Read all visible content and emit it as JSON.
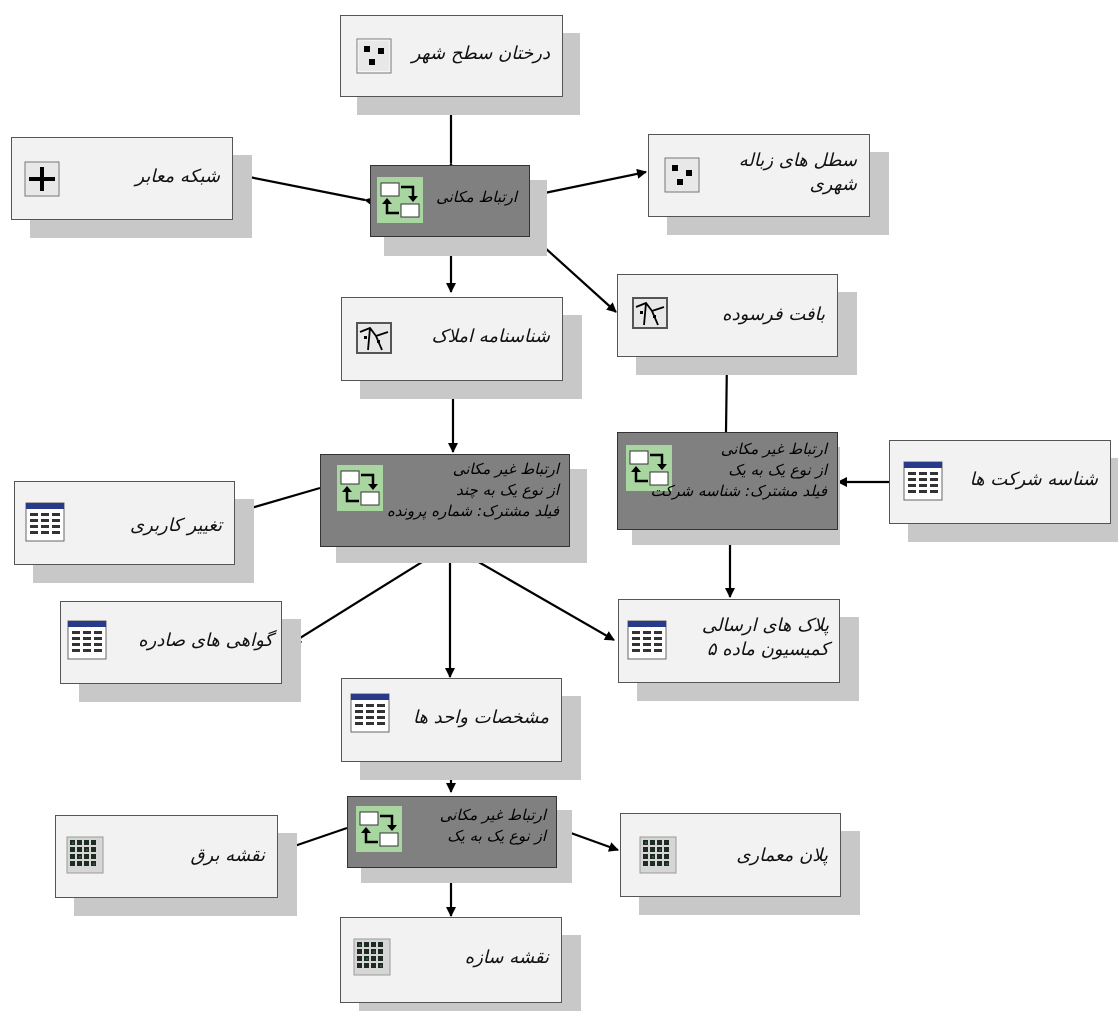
{
  "nodes": {
    "trees": {
      "label": "درختان سطح شهر",
      "icon": "point-layer-icon"
    },
    "streets": {
      "label": "شبکه معابر",
      "icon": "line-layer-icon"
    },
    "spatial_rel": {
      "label": "ارتباط مکانی",
      "icon": "relationship-icon"
    },
    "garbage": {
      "lines": [
        "سطل های زباله",
        "شهری"
      ],
      "icon": "point-layer-icon"
    },
    "property_id": {
      "label": "شناسنامه املاک",
      "icon": "polygon-layer-icon"
    },
    "worn_fabric": {
      "label": "بافت فرسوده",
      "icon": "polygon-layer-icon"
    },
    "nonspatial_rel_1": {
      "lines": [
        "ارتباط غیر مکانی",
        "از نوع یک به چند",
        "فیلد مشترک: شماره پرونده"
      ],
      "icon": "relationship-icon"
    },
    "nonspatial_rel_2": {
      "lines": [
        "ارتباط غیر مکانی",
        "از نوع یک به یک",
        "فیلد مشترک: شناسه شرکت"
      ],
      "icon": "relationship-icon"
    },
    "company_id": {
      "label": "شناسه شرکت ها",
      "icon": "table-icon"
    },
    "land_use_change": {
      "label": "تغییر کاربری",
      "icon": "table-icon"
    },
    "certificates": {
      "label": "گواهی های صادره",
      "icon": "table-icon"
    },
    "plates_sent": {
      "lines": [
        "پلاک های ارسالی",
        "کمیسیون ماده ۵"
      ],
      "icon": "table-icon"
    },
    "unit_specs": {
      "label": "مشخصات واحد ها",
      "icon": "table-icon"
    },
    "nonspatial_rel_3": {
      "lines": [
        "ارتباط غیر مکانی",
        "از نوع یک به یک"
      ],
      "icon": "relationship-icon"
    },
    "electrical_map": {
      "label": "نقشه برق",
      "icon": "raster-icon"
    },
    "architectural_plan": {
      "label": "پلان معماری",
      "icon": "raster-icon"
    },
    "structural_map": {
      "label": "نقشه سازه",
      "icon": "raster-icon"
    }
  }
}
